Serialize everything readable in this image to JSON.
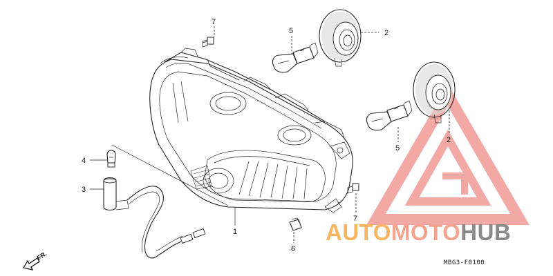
{
  "diagram": {
    "callouts": {
      "headlight_unit": "1",
      "socket_cover_top": "2",
      "socket_cover_right": "2",
      "sub_harness": "3",
      "position_bulb": "4",
      "headlight_bulb_top": "5",
      "headlight_bulb_right": "5",
      "clip": "6",
      "screw_top": "7",
      "screw_bottom": "7"
    },
    "direction_label": "FR.",
    "drawing_code": "MBG3-F0100"
  },
  "watermark": {
    "part1": "AUTO",
    "part2": "MOTO",
    "part3": "HUB",
    "colors": {
      "auto": "#f6b560",
      "moto": "#f4a38f",
      "hub": "#8a8a8a",
      "logo": "#f09a96"
    }
  }
}
